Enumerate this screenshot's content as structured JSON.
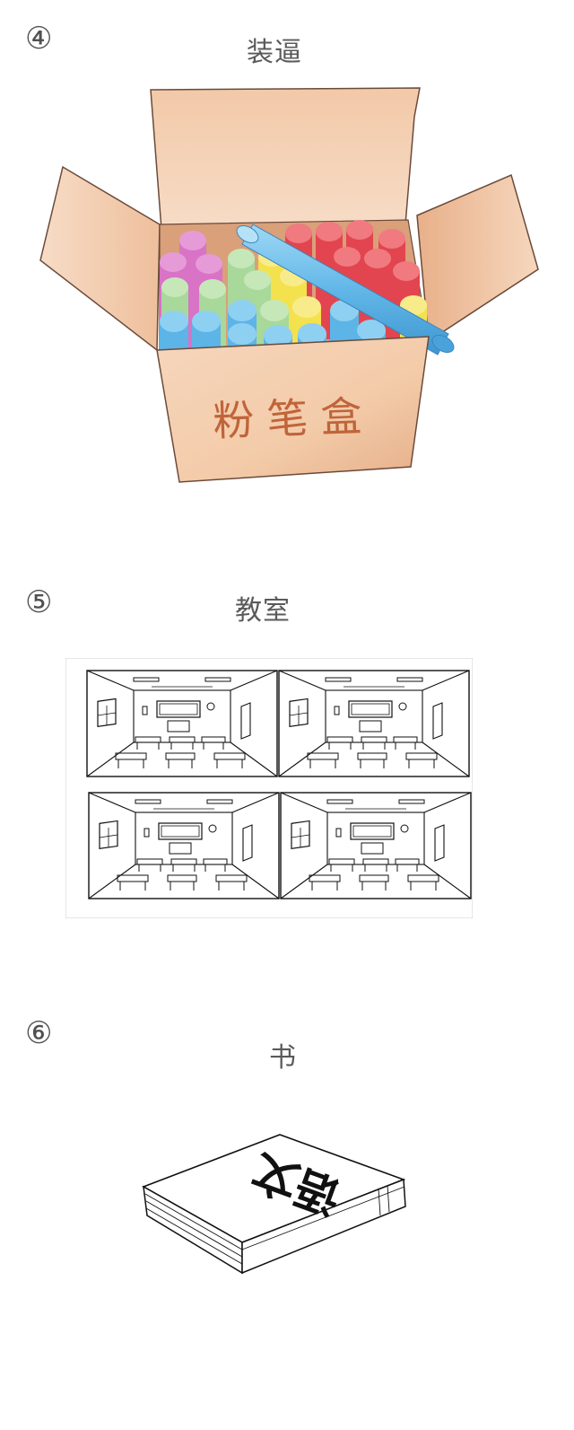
{
  "sections": [
    {
      "number": "④",
      "title": "装逼",
      "box_label": "粉笔盒"
    },
    {
      "number": "⑤",
      "title": "教室"
    },
    {
      "number": "⑥",
      "title": "书",
      "book_cover": "语文"
    }
  ],
  "colors": {
    "box_light": "#f6d7bd",
    "box_mid": "#eab894",
    "box_dark": "#d99a70",
    "box_outline": "#6b4a3a",
    "box_text": "#c0643a",
    "chalk_pink": "#d873c6",
    "chalk_green": "#a8d89a",
    "chalk_blue": "#5db4e6",
    "chalk_yellow": "#f4e14e",
    "chalk_red": "#e2454f",
    "chalk_highlight": "#8ed0f2"
  }
}
